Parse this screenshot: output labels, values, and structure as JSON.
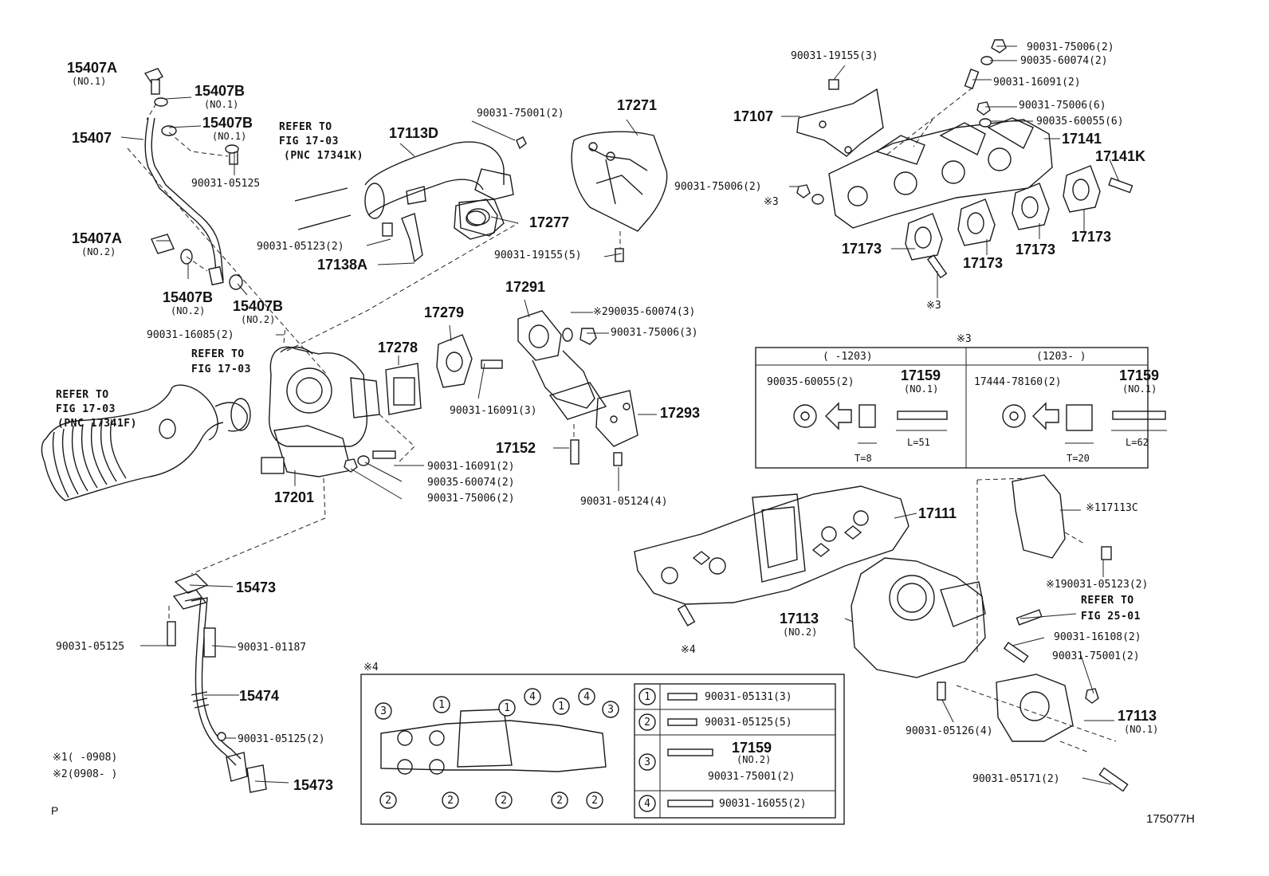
{
  "labels": {
    "p15407A_1": "15407A",
    "p15407A_1_sub": "(NO.1)",
    "p15407B_1": "15407B",
    "p15407B_1_sub": "(NO.1)",
    "p15407B_1b": "15407B",
    "p15407B_1b_sub": "(NO.1)",
    "p15407": "15407",
    "p90031_05125_a": "90031-05125",
    "p15407A_2": "15407A",
    "p15407A_2_sub": "(NO.2)",
    "p15407B_2": "15407B",
    "p15407B_2_sub": "(NO.2)",
    "p15407B_2b": "15407B",
    "p15407B_2b_sub": "(NO.2)",
    "p90031_16085": "90031-16085(2)",
    "ref1_a": "REFER TO",
    "ref1_b": "FIG 17-03",
    "ref1_c": "(PNC 17341K)",
    "ref2_a": "REFER TO",
    "ref2_b": "FIG 17-03",
    "ref3_a": "REFER TO",
    "ref3_b": "FIG 17-03",
    "ref3_c": "(PNC 17341F)",
    "p17113D": "17113D",
    "p90031_75001_a": "90031-75001(2)",
    "p17271": "17271",
    "p17277": "17277",
    "p90031_05123_a": "90031-05123(2)",
    "p17138A": "17138A",
    "p90031_19155_5": "90031-19155(5)",
    "p90031_19155_3": "90031-19155(3)",
    "p17107": "17107",
    "p90031_75006_2a": "90031-75006(2)",
    "p90035_60074_2a": "90035-60074(2)",
    "p90031_16091_2a": "90031-16091(2)",
    "p90031_75006_6": "90031-75006(6)",
    "p90035_60055_6": "90035-60055(6)",
    "p17141": "17141",
    "p17141K": "17141K",
    "p90031_75006_2b": "90031-75006(2)",
    "note3_a": "※3",
    "p17173_a": "17173",
    "p17173_b": "17173",
    "p17173_c": "17173",
    "p17173_d": "17173",
    "note3_b": "※3",
    "p17291": "17291",
    "p290035_60074": "※290035-60074(3)",
    "p90031_75006_3": "90031-75006(3)",
    "p17279": "17279",
    "p17278": "17278",
    "p90031_16091_3": "90031-16091(3)",
    "p17293": "17293",
    "p17152": "17152",
    "p90031_05124": "90031-05124(4)",
    "p17201": "17201",
    "p90031_16091_2b": "90031-16091(2)",
    "p90035_60074_2b": "90035-60074(2)",
    "p90031_75006_2c": "90031-75006(2)",
    "p17111": "17111",
    "p17113C": "※117113C",
    "p190031_05123": "※190031-05123(2)",
    "ref4_a": "REFER TO",
    "ref4_b": "FIG 25-01",
    "p17113_2": "17113",
    "p17113_2_sub": "(NO.2)",
    "p90031_16108": "90031-16108(2)",
    "p90031_75001_b": "90031-75001(2)",
    "note4_a": "※4",
    "p17113_1": "17113",
    "p17113_1_sub": "(NO.1)",
    "p90031_05126": "90031-05126(4)",
    "p90031_05171": "90031-05171(2)",
    "p15473_a": "15473",
    "p90031_05125_b": "90031-05125",
    "p90031_01187": "90031-01187",
    "p15474": "15474",
    "p90031_05125_2": "90031-05125(2)",
    "p15473_b": "15473",
    "legend1": "※1(      -0908)",
    "legend2": "※2(0908-      )",
    "corner_p": "P",
    "fig_code": "175077H"
  },
  "inset3": {
    "title": "※3",
    "left_head": "(      -1203)",
    "right_head": "(1203-      )",
    "left_washer": "90035-60055(2)",
    "left_stud": "17159",
    "left_stud_sub": "(NO.1)",
    "left_t": "T=8",
    "left_l": "L=51",
    "right_washer": "17444-78160(2)",
    "right_stud": "17159",
    "right_stud_sub": "(NO.1)",
    "right_t": "T=20",
    "right_l": "L=62"
  },
  "inset4": {
    "title": "※4",
    "gasket_callouts": [
      "3",
      "1",
      "1",
      "4",
      "1",
      "4",
      "3",
      "2",
      "2",
      "2",
      "2",
      "2"
    ],
    "legend": [
      {
        "num": "1",
        "part": "90031-05131(3)"
      },
      {
        "num": "2",
        "part": "90031-05125(5)"
      },
      {
        "num": "3",
        "part": "17159",
        "sub": "(NO.2)",
        "part2": "90031-75001(2)"
      },
      {
        "num": "4",
        "part": "90031-16055(2)"
      }
    ]
  }
}
